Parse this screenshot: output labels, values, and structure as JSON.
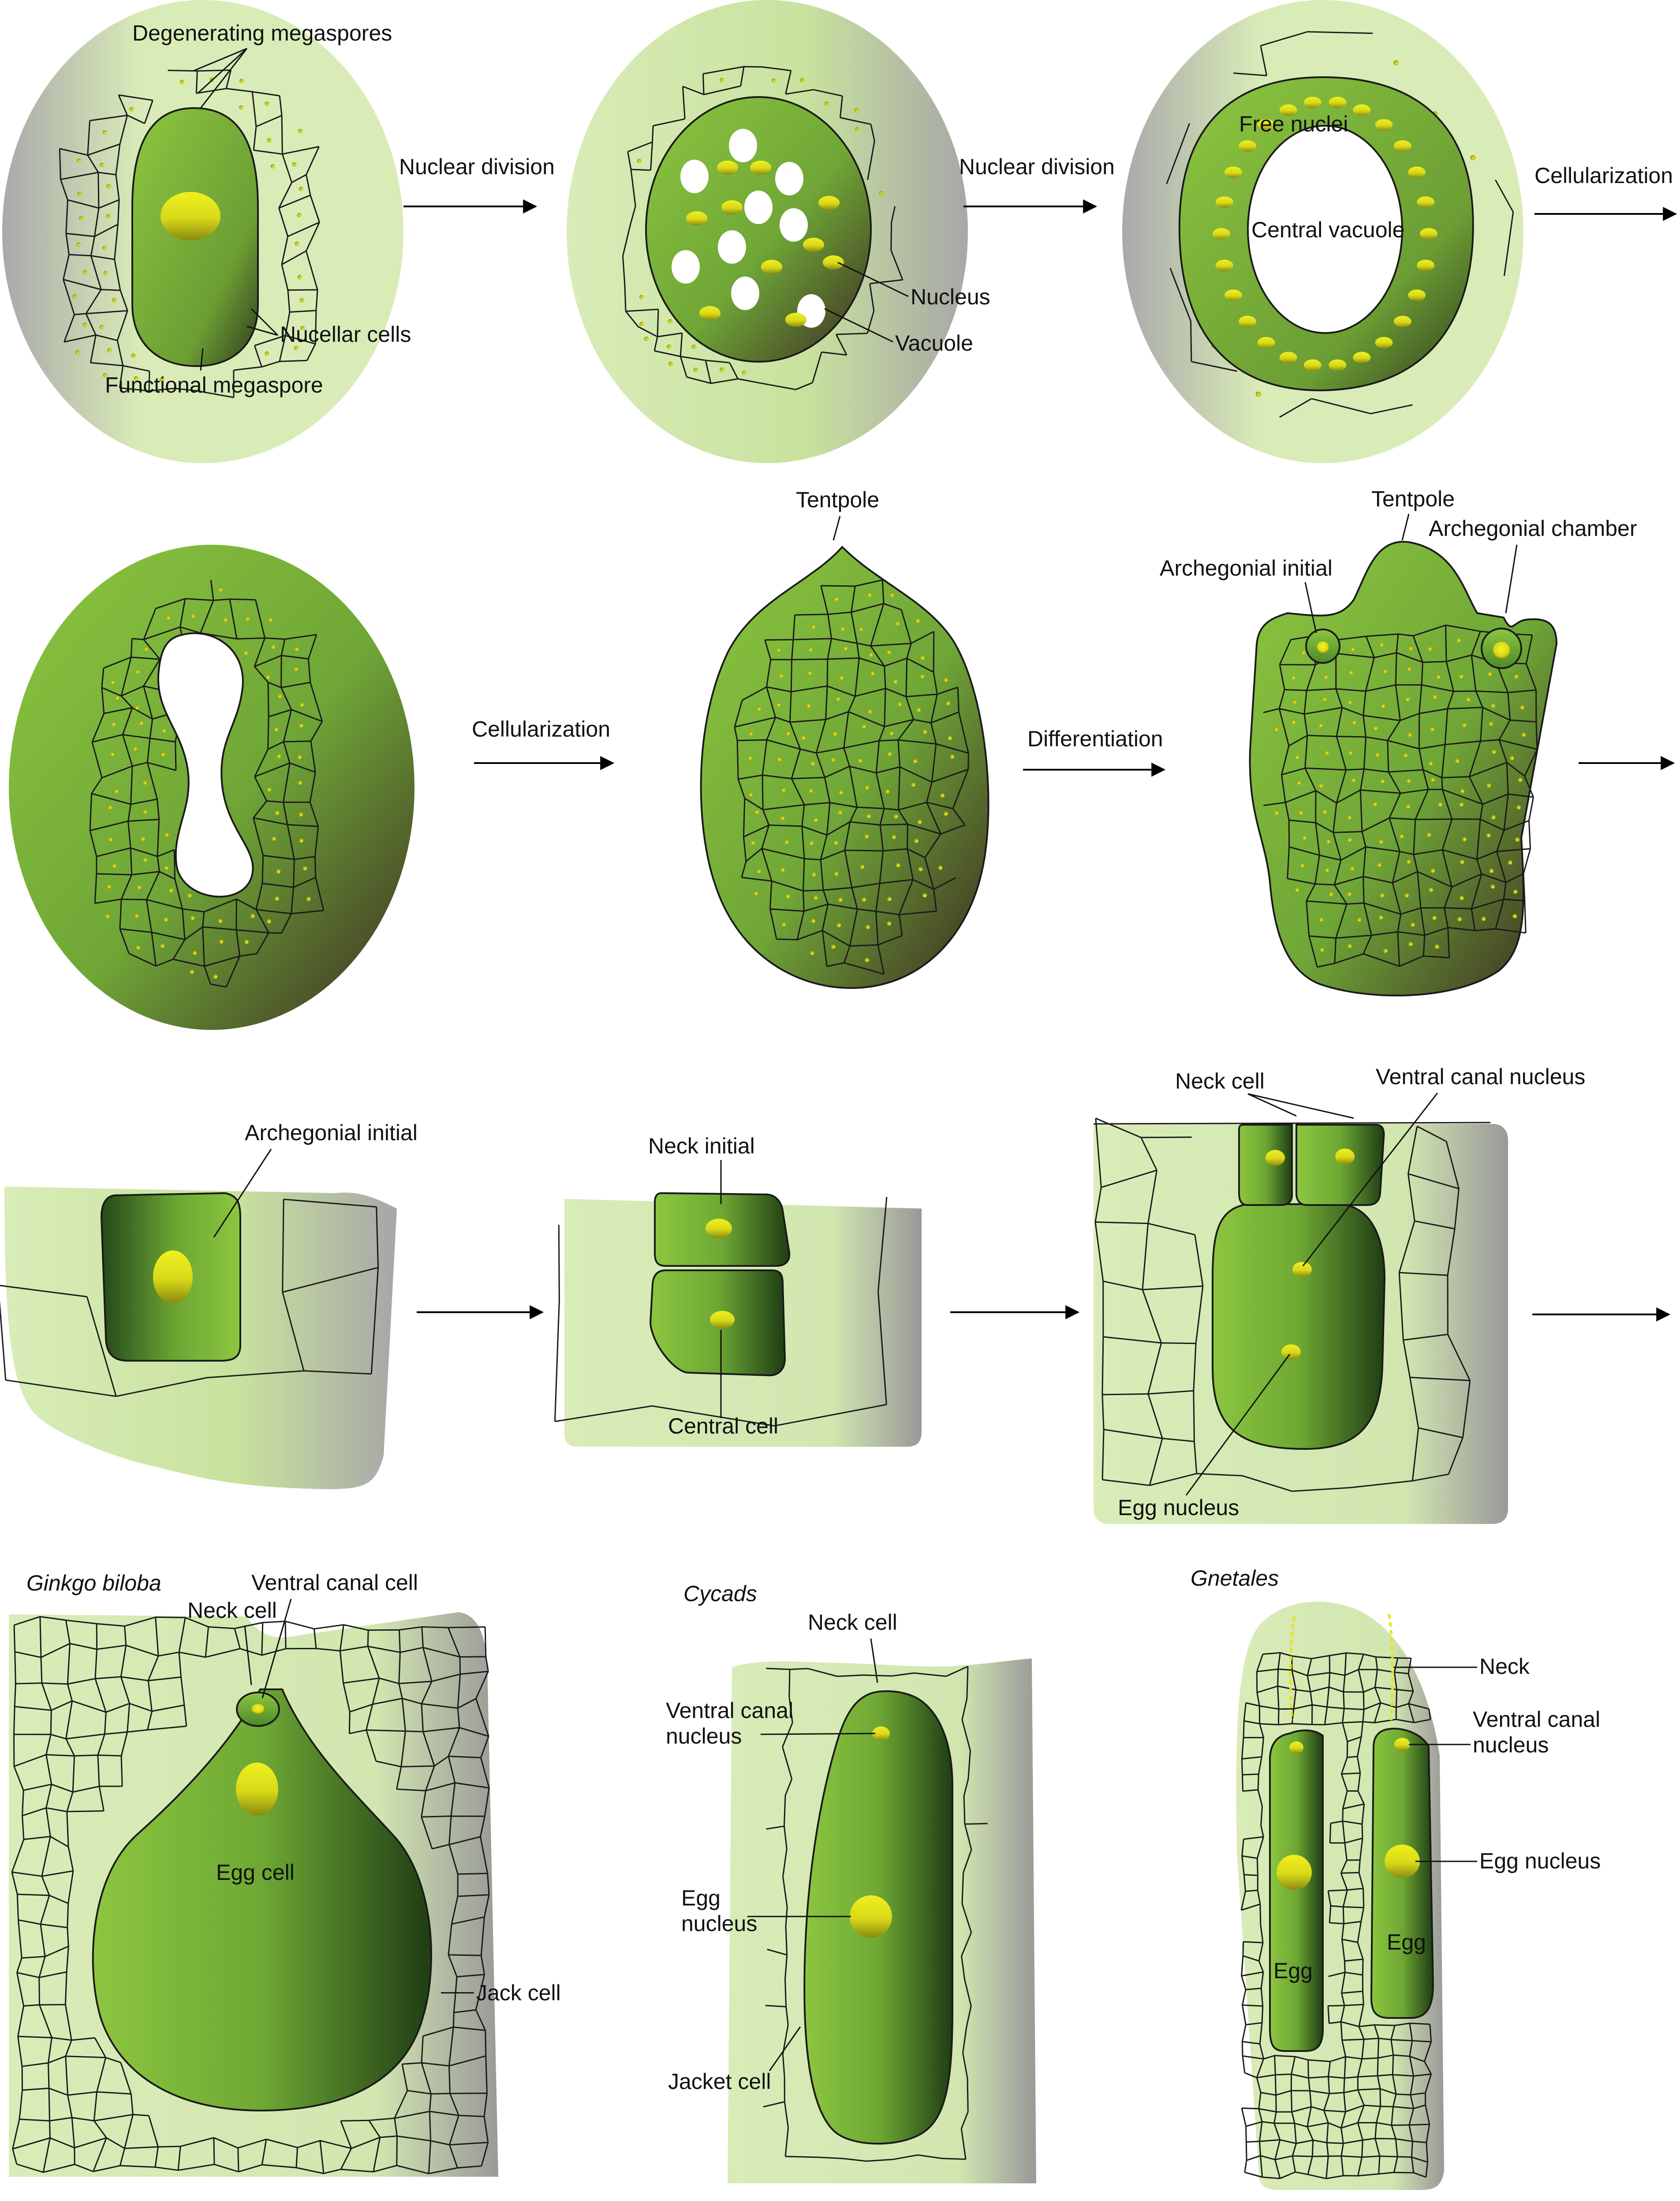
{
  "colors": {
    "tissue_light": "#d9ecb8",
    "tissue_mid": "#a9d46a",
    "cell_green": "#86c03c",
    "cell_dark": "#2e5a1e",
    "nucleus_yellow": "#e6e619",
    "nucleus_olive": "#8a8a10",
    "line": "#1a1a1a"
  },
  "arrows": {
    "nuclear_division_1": "Nuclear division",
    "nuclear_division_2": "Nuclear division",
    "cellularization_1": "Cellularization",
    "cellularization_2": "Cellularization",
    "differentiation": "Differentiation"
  },
  "panels": {
    "megaspore": {
      "degenerating_megaspores": "Degenerating megaspores",
      "nucellar_cells": "Nucellar cells",
      "functional_megaspore": "Functional megaspore"
    },
    "division": {
      "nucleus": "Nucleus",
      "vacuole": "Vacuole"
    },
    "free_nuclear": {
      "free_nuclei": "Free nuclei",
      "central_vacuole": "Central vacuole"
    },
    "tentpole": {
      "tentpole": "Tentpole"
    },
    "differentiated": {
      "tentpole": "Tentpole",
      "archegonial_chamber": "Archegonial chamber",
      "archegonial_initial": "Archegonial initial"
    },
    "archegonium_initial": {
      "archegonial_initial": "Archegonial initial"
    },
    "neck_initial": {
      "neck_initial": "Neck initial",
      "central_cell": "Central cell"
    },
    "mature": {
      "neck_cell": "Neck cell",
      "ventral_canal_nucleus": "Ventral canal nucleus",
      "egg_nucleus": "Egg nucleus"
    },
    "ginkgo": {
      "title": "Ginkgo biloba",
      "ventral_canal_cell": "Ventral canal cell",
      "neck_cell": "Neck cell",
      "egg_cell": "Egg cell",
      "jack_cell": "Jack cell"
    },
    "cycads": {
      "title": "Cycads",
      "neck_cell": "Neck cell",
      "ventral_canal_nucleus_line1": "Ventral canal",
      "ventral_canal_nucleus_line2": "nucleus",
      "egg_nucleus_line1": "Egg",
      "egg_nucleus_line2": "nucleus",
      "jacket_cell": "Jacket cell"
    },
    "gnetales": {
      "title": "Gnetales",
      "neck": "Neck",
      "ventral_canal_nucleus_line1": "Ventral canal",
      "ventral_canal_nucleus_line2": "nucleus",
      "egg_nucleus": "Egg nucleus",
      "egg_left": "Egg",
      "egg_right": "Egg"
    }
  }
}
